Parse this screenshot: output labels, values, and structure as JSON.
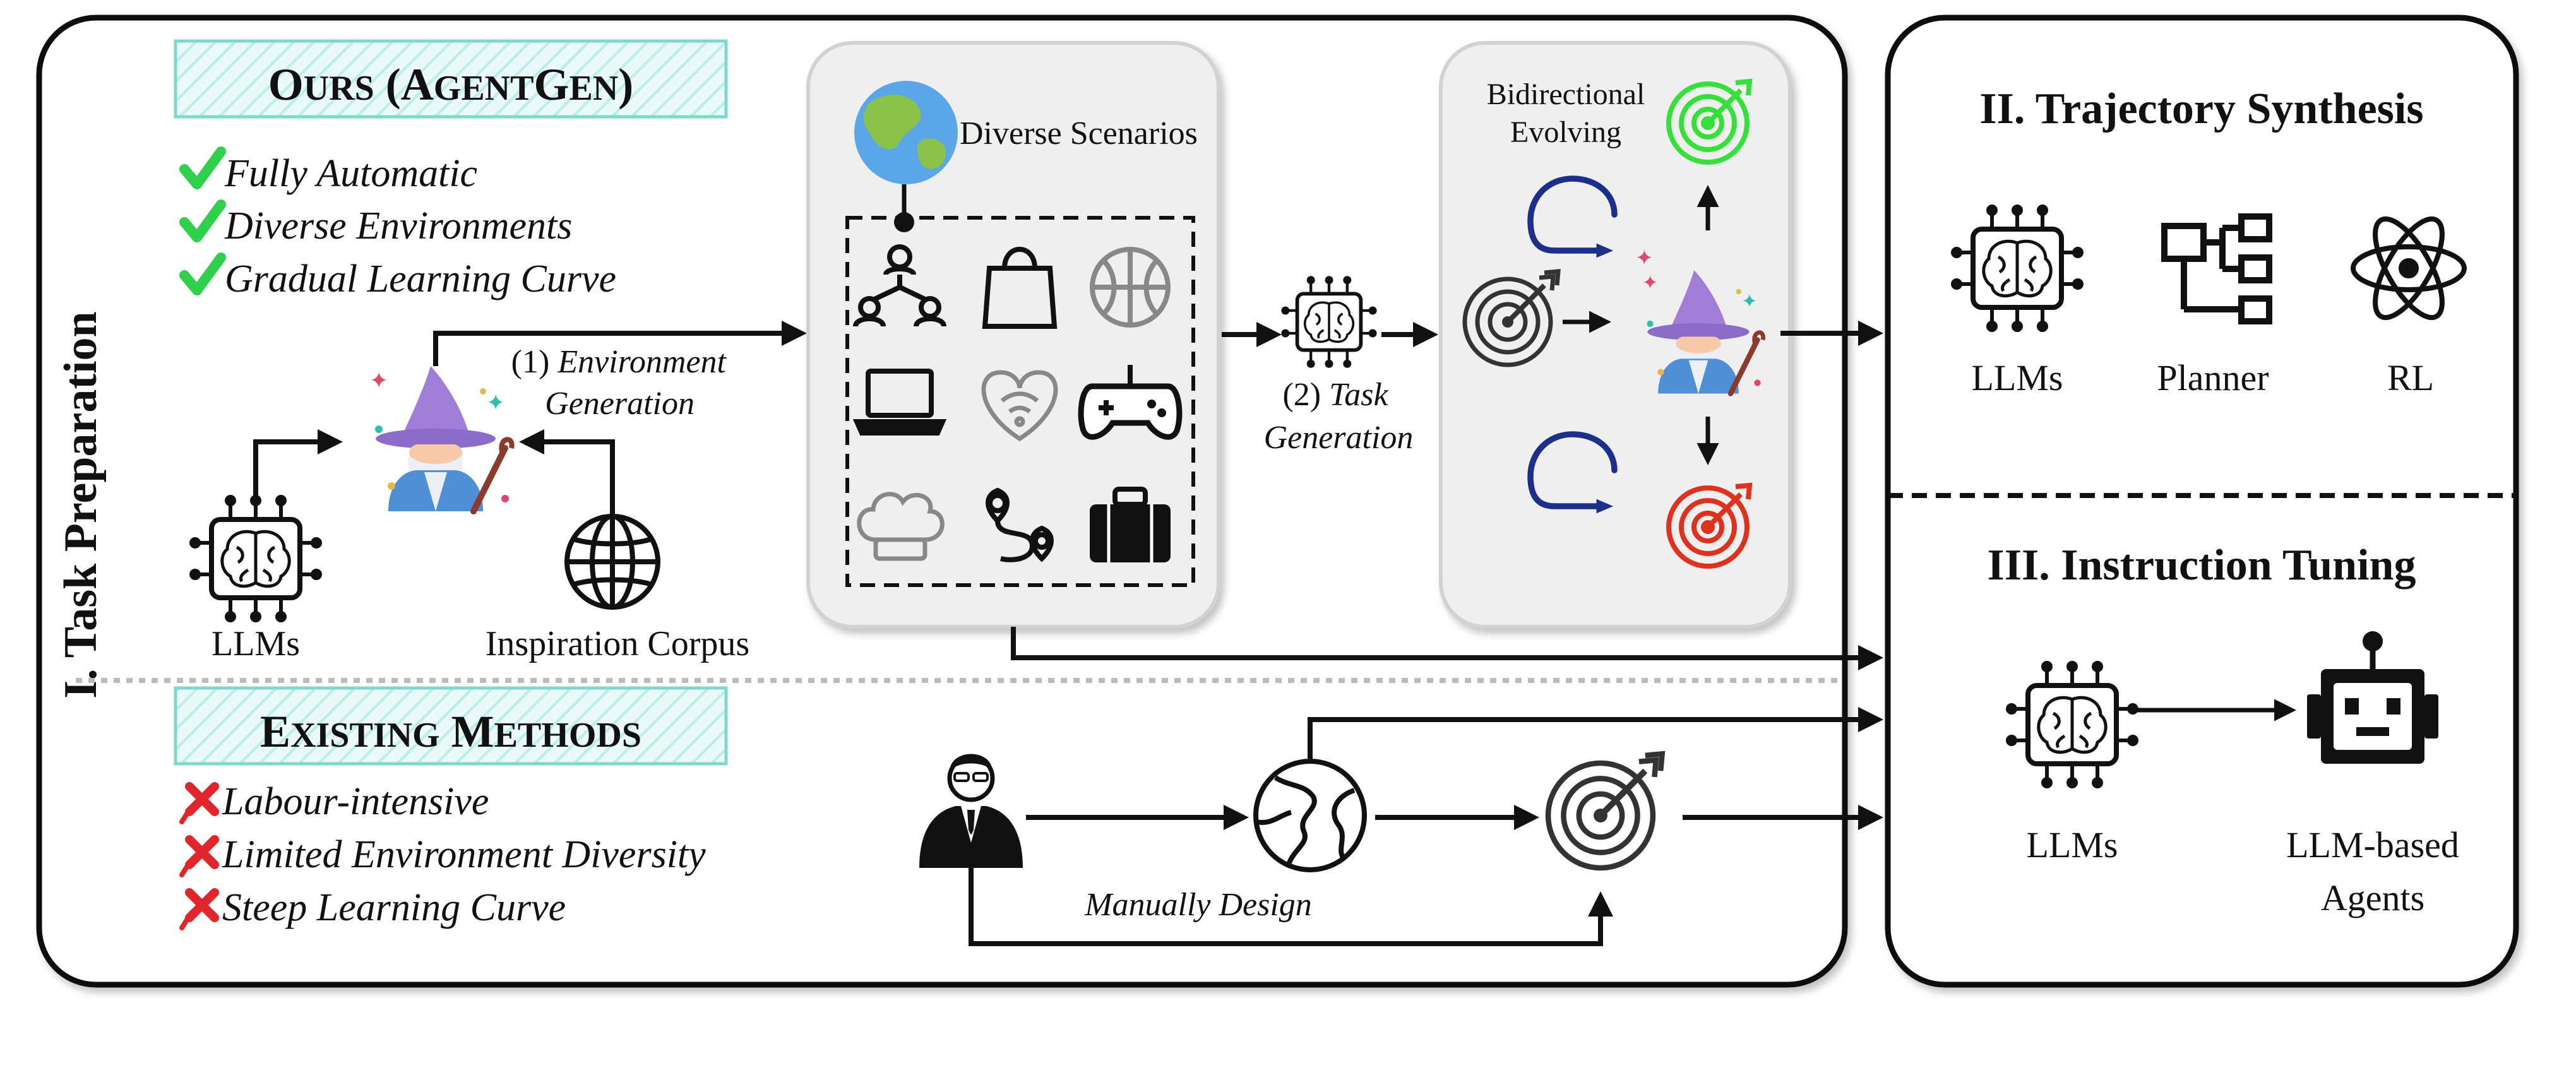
{
  "task_preparation": {
    "section_label": "I. Task Preparation",
    "ours": {
      "title_cap1": "O",
      "title_small1": "URS",
      "title_mid": " (A",
      "title_small2": "GENT",
      "title_cap3": "G",
      "title_small3": "EN",
      "title_end": ")",
      "benefits": [
        "Fully Automatic",
        "Diverse Environments",
        "Gradual Learning Curve"
      ]
    },
    "llms_label": "LLMs",
    "corpus_label": "Inspiration Corpus",
    "step1_num": "(1) ",
    "step1_line1": "Environment",
    "step1_line2": "Generation",
    "scenarios_label": "Diverse Scenarios",
    "step2_num": "(2) ",
    "step2_line1": "Task",
    "step2_line2": "Generation",
    "evolving_line1": "Bidirectional",
    "evolving_line2": "Evolving",
    "existing": {
      "title_cap1": "E",
      "title_small1": "XISTING",
      "title_cap2": " M",
      "title_small2": "ETHODS",
      "drawbacks": [
        "Labour-intensive",
        "Limited Environment Diversity",
        "Steep Learning Curve"
      ]
    },
    "manual_label": "Manually Design"
  },
  "trajectory": {
    "title": "II. Trajectory Synthesis",
    "items": [
      "LLMs",
      "Planner",
      "RL"
    ]
  },
  "tuning": {
    "title": "III. Instruction Tuning",
    "llms_label": "LLMs",
    "agents_line1": "LLM-based",
    "agents_line2": "Agents"
  },
  "colors": {
    "check": "#2fd14a",
    "cross": "#e0262b",
    "hat": "#a07ed8",
    "target_good": "#35e03a",
    "target_bad": "#e0301e",
    "loop": "#1c2f8c",
    "title_box": "#2dbfb0"
  }
}
